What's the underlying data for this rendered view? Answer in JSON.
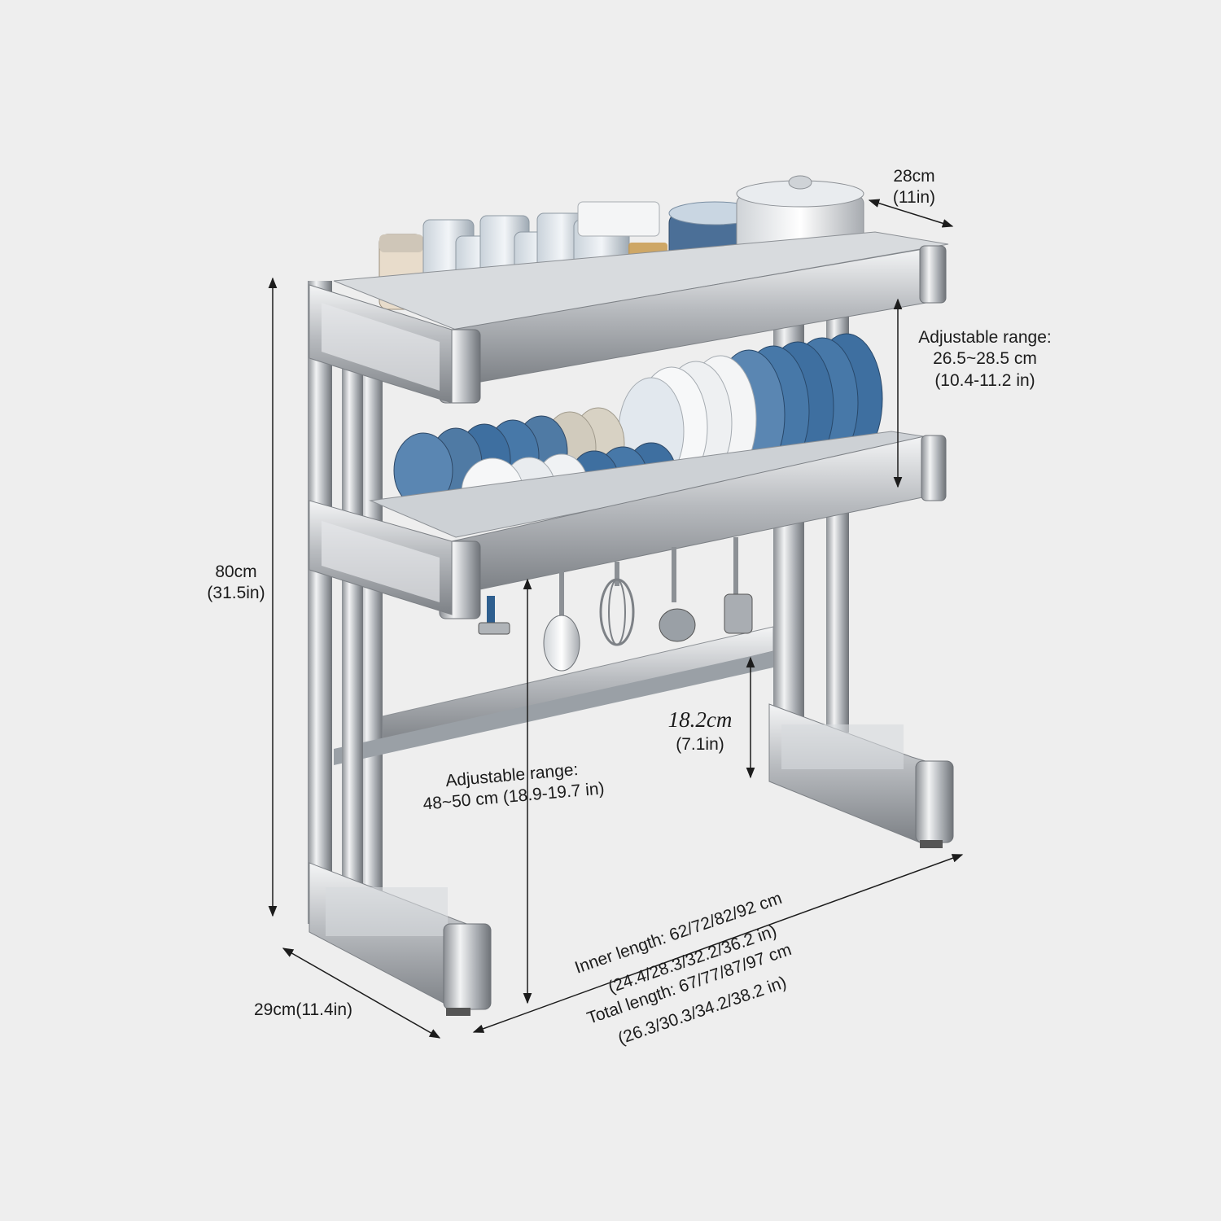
{
  "dimensions": {
    "top_depth": {
      "cm": "28cm",
      "in": "(11in)"
    },
    "height": {
      "cm": "80cm",
      "in": "(31.5in)"
    },
    "upper_adjust": {
      "title": "Adjustable range:",
      "cm": "26.5~28.5 cm",
      "in": "(10.4-11.2 in)"
    },
    "lower_adjust": {
      "title": "Adjustable range:",
      "value": "48~50 cm (18.9-19.7 in)"
    },
    "rail_clearance": {
      "cm": "18.2cm",
      "in": "(7.1in)"
    },
    "base_depth": {
      "value": "29cm(11.4in)"
    },
    "inner_length": {
      "cm": "Inner length: 62/72/82/92 cm",
      "in": "(24.4/28.3/32.2/36.2 in)"
    },
    "total_length": {
      "cm": "Total length: 67/77/87/97 cm",
      "in": "(26.3/30.3/34.2/38.2 in)"
    }
  },
  "colors": {
    "background": "#eeeeee",
    "steel": "#b9bcc0",
    "plate_blue": "#3e6fa0",
    "text": "#1c1c1c"
  }
}
